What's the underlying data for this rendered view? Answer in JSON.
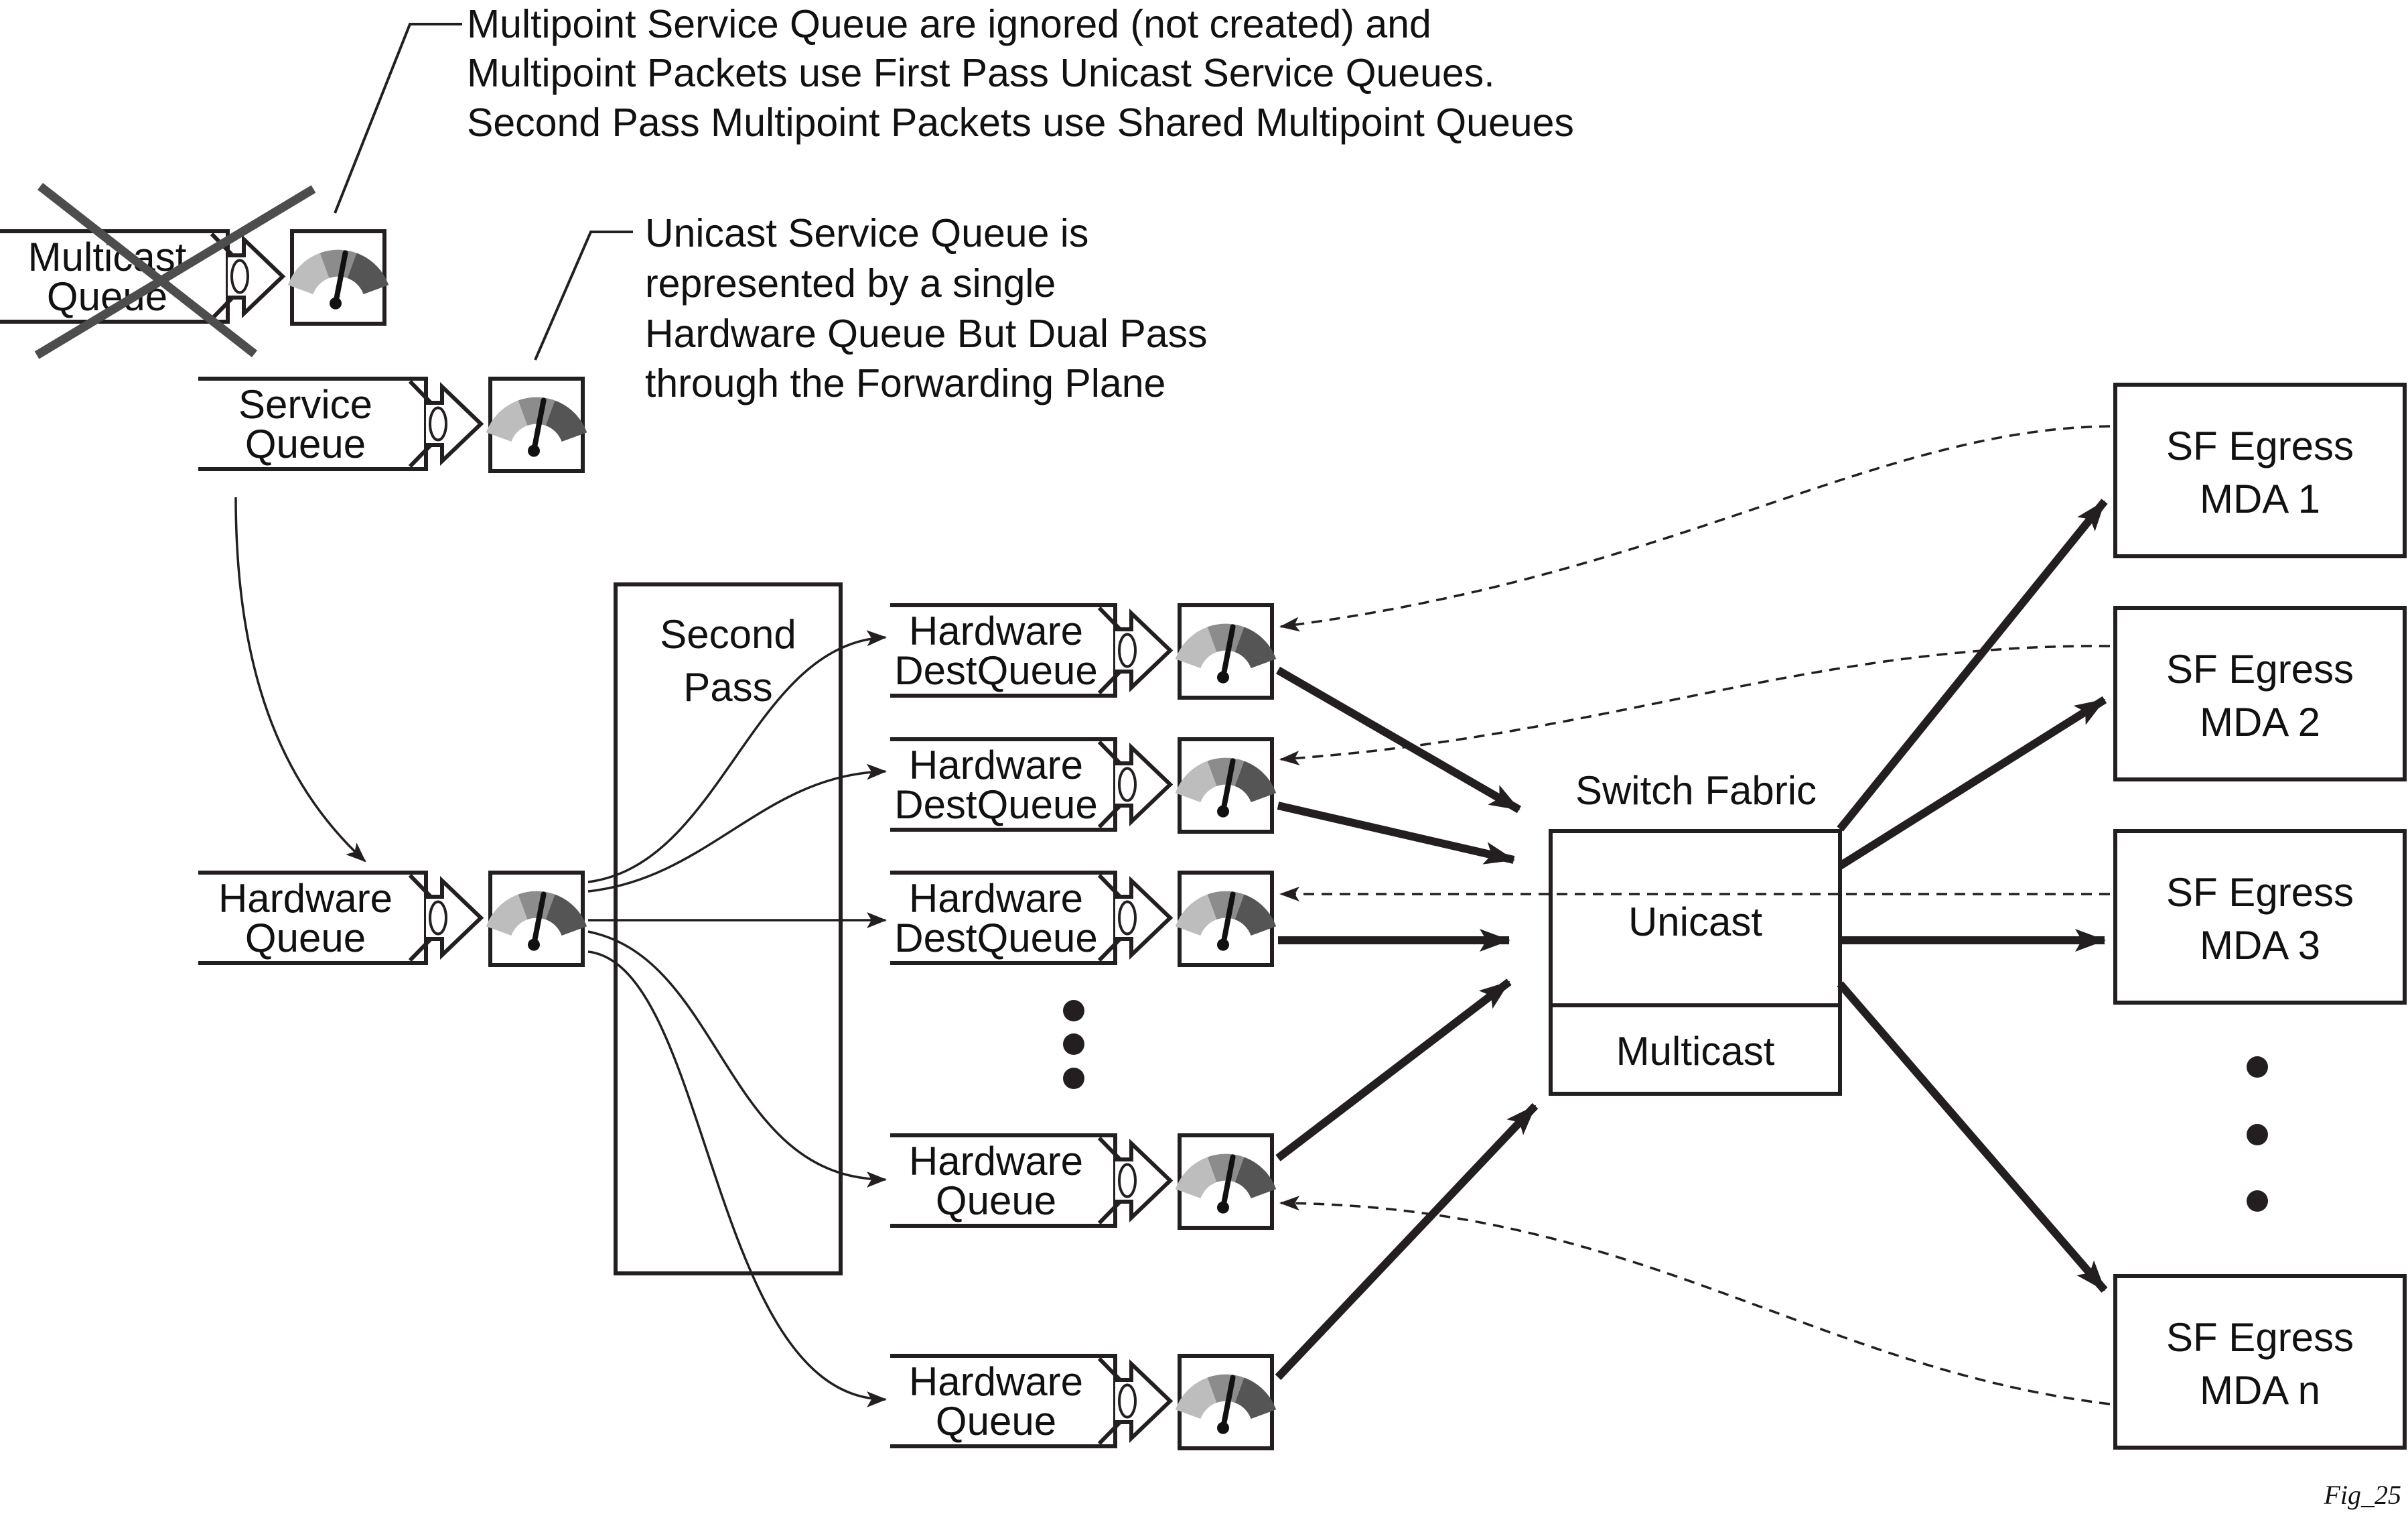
{
  "annotations": {
    "multipoint_note": [
      "Multipoint Service Queue are ignored (not created) and",
      "Multipoint Packets use First Pass Unicast Service Queues.",
      "Second Pass Multipoint Packets use Shared Multipoint Queues"
    ],
    "unicast_note": [
      "Unicast Service Queue is",
      "represented by a single",
      "Hardware Queue But Dual Pass",
      "through the Forwarding Plane"
    ]
  },
  "queues": {
    "multicast_queue": [
      "Multicast",
      "Queue"
    ],
    "service_queue": [
      "Service",
      "Queue"
    ],
    "hardware_queue": [
      "Hardware",
      "Queue"
    ],
    "dest_queue_1": [
      "Hardware",
      "DestQueue"
    ],
    "dest_queue_2": [
      "Hardware",
      "DestQueue"
    ],
    "dest_queue_3": [
      "Hardware",
      "DestQueue"
    ],
    "hw_queue_4": [
      "Hardware",
      "Queue"
    ],
    "hw_queue_5": [
      "Hardware",
      "Queue"
    ]
  },
  "second_pass": [
    "Second",
    "Pass"
  ],
  "switch_fabric": {
    "title": "Switch Fabric",
    "unicast": "Unicast",
    "multicast": "Multicast"
  },
  "egress": {
    "mda_1": [
      "SF Egress",
      "MDA 1"
    ],
    "mda_2": [
      "SF Egress",
      "MDA 2"
    ],
    "mda_3": [
      "SF Egress",
      "MDA 3"
    ],
    "mda_n": [
      "SF Egress",
      "MDA n"
    ]
  },
  "figure_id": "Fig_25",
  "colors": {
    "ink": "#231f20",
    "meter_dark": "#555555",
    "meter_mid": "#8c8c8c",
    "meter_light": "#bdbdbd",
    "cross": "#4d4d4d"
  }
}
